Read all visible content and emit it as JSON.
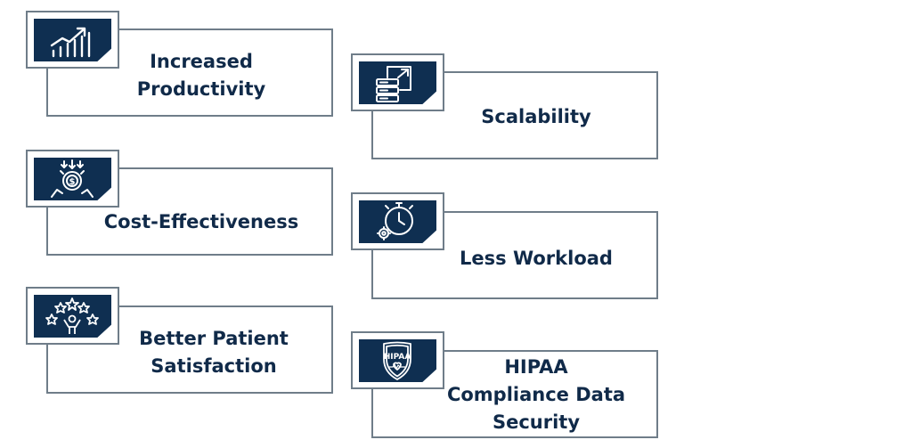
{
  "benefits": [
    {
      "label": "Increased\nProductivity",
      "icon": "growth-chart-icon"
    },
    {
      "label": "Scalability",
      "icon": "server-expand-icon"
    },
    {
      "label": "Cost-Effectiveness",
      "icon": "cost-gear-icon"
    },
    {
      "label": "Less Workload",
      "icon": "stopwatch-gear-icon"
    },
    {
      "label": "Better Patient\nSatisfaction",
      "icon": "star-rating-icon"
    },
    {
      "label": "HIPAA\nCompliance Data\nSecurity",
      "icon": "hipaa-shield-icon",
      "icon_text": "HIPAA"
    }
  ],
  "colors": {
    "accent": "#0f2f51",
    "border": "#6f7d89",
    "text": "#102a49"
  }
}
